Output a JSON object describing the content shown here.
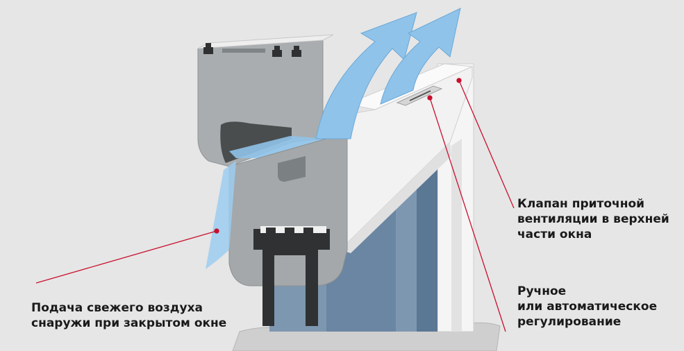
{
  "labels": {
    "valve": {
      "line1": "Клапан приточной",
      "line2": "вентиляции в верхней",
      "line3": "части окна"
    },
    "regulation": {
      "line1": "Ручное",
      "line2": "или автоматическое",
      "line3": "регулирование"
    },
    "fresh_air": {
      "line1": "Подача свежего воздуха",
      "line2": "снаружи при закрытом окне"
    }
  },
  "colors": {
    "background": "#e6e6e6",
    "frame_gray": "#a8acae",
    "frame_light": "#f4f4f4",
    "air_blue": "#8ec0e8",
    "glass_blue": "#7a94ae",
    "leader_red": "#c8102e",
    "dark_profile": "#3a3c3d"
  }
}
